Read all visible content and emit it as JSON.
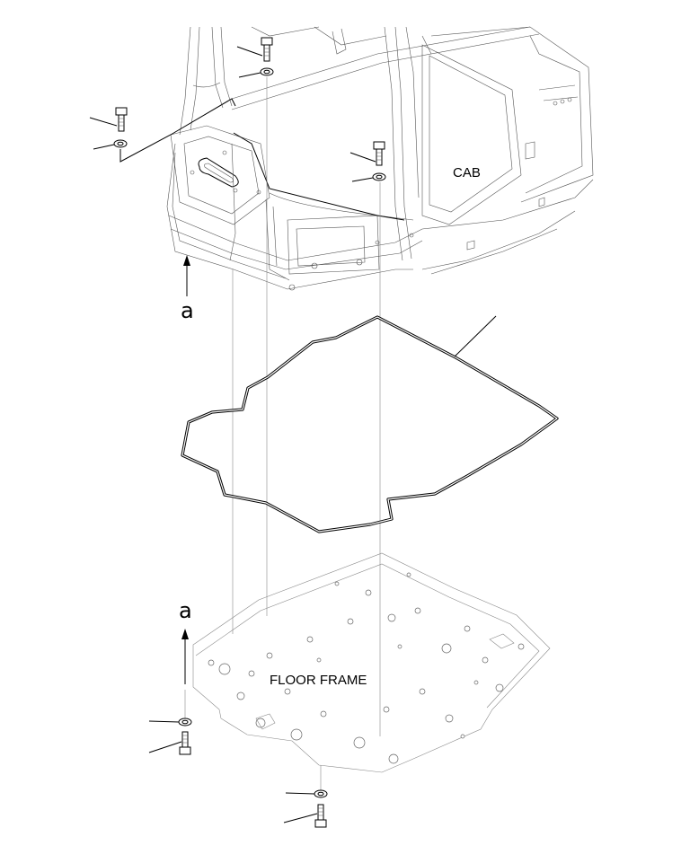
{
  "labels": {
    "cab": "CAB",
    "floor_frame": "FLOOR FRAME",
    "view_arrow_top": "a",
    "view_arrow_bottom": "a"
  },
  "parts": {
    "cab_bolts": 3,
    "floor_bolts": 2
  }
}
